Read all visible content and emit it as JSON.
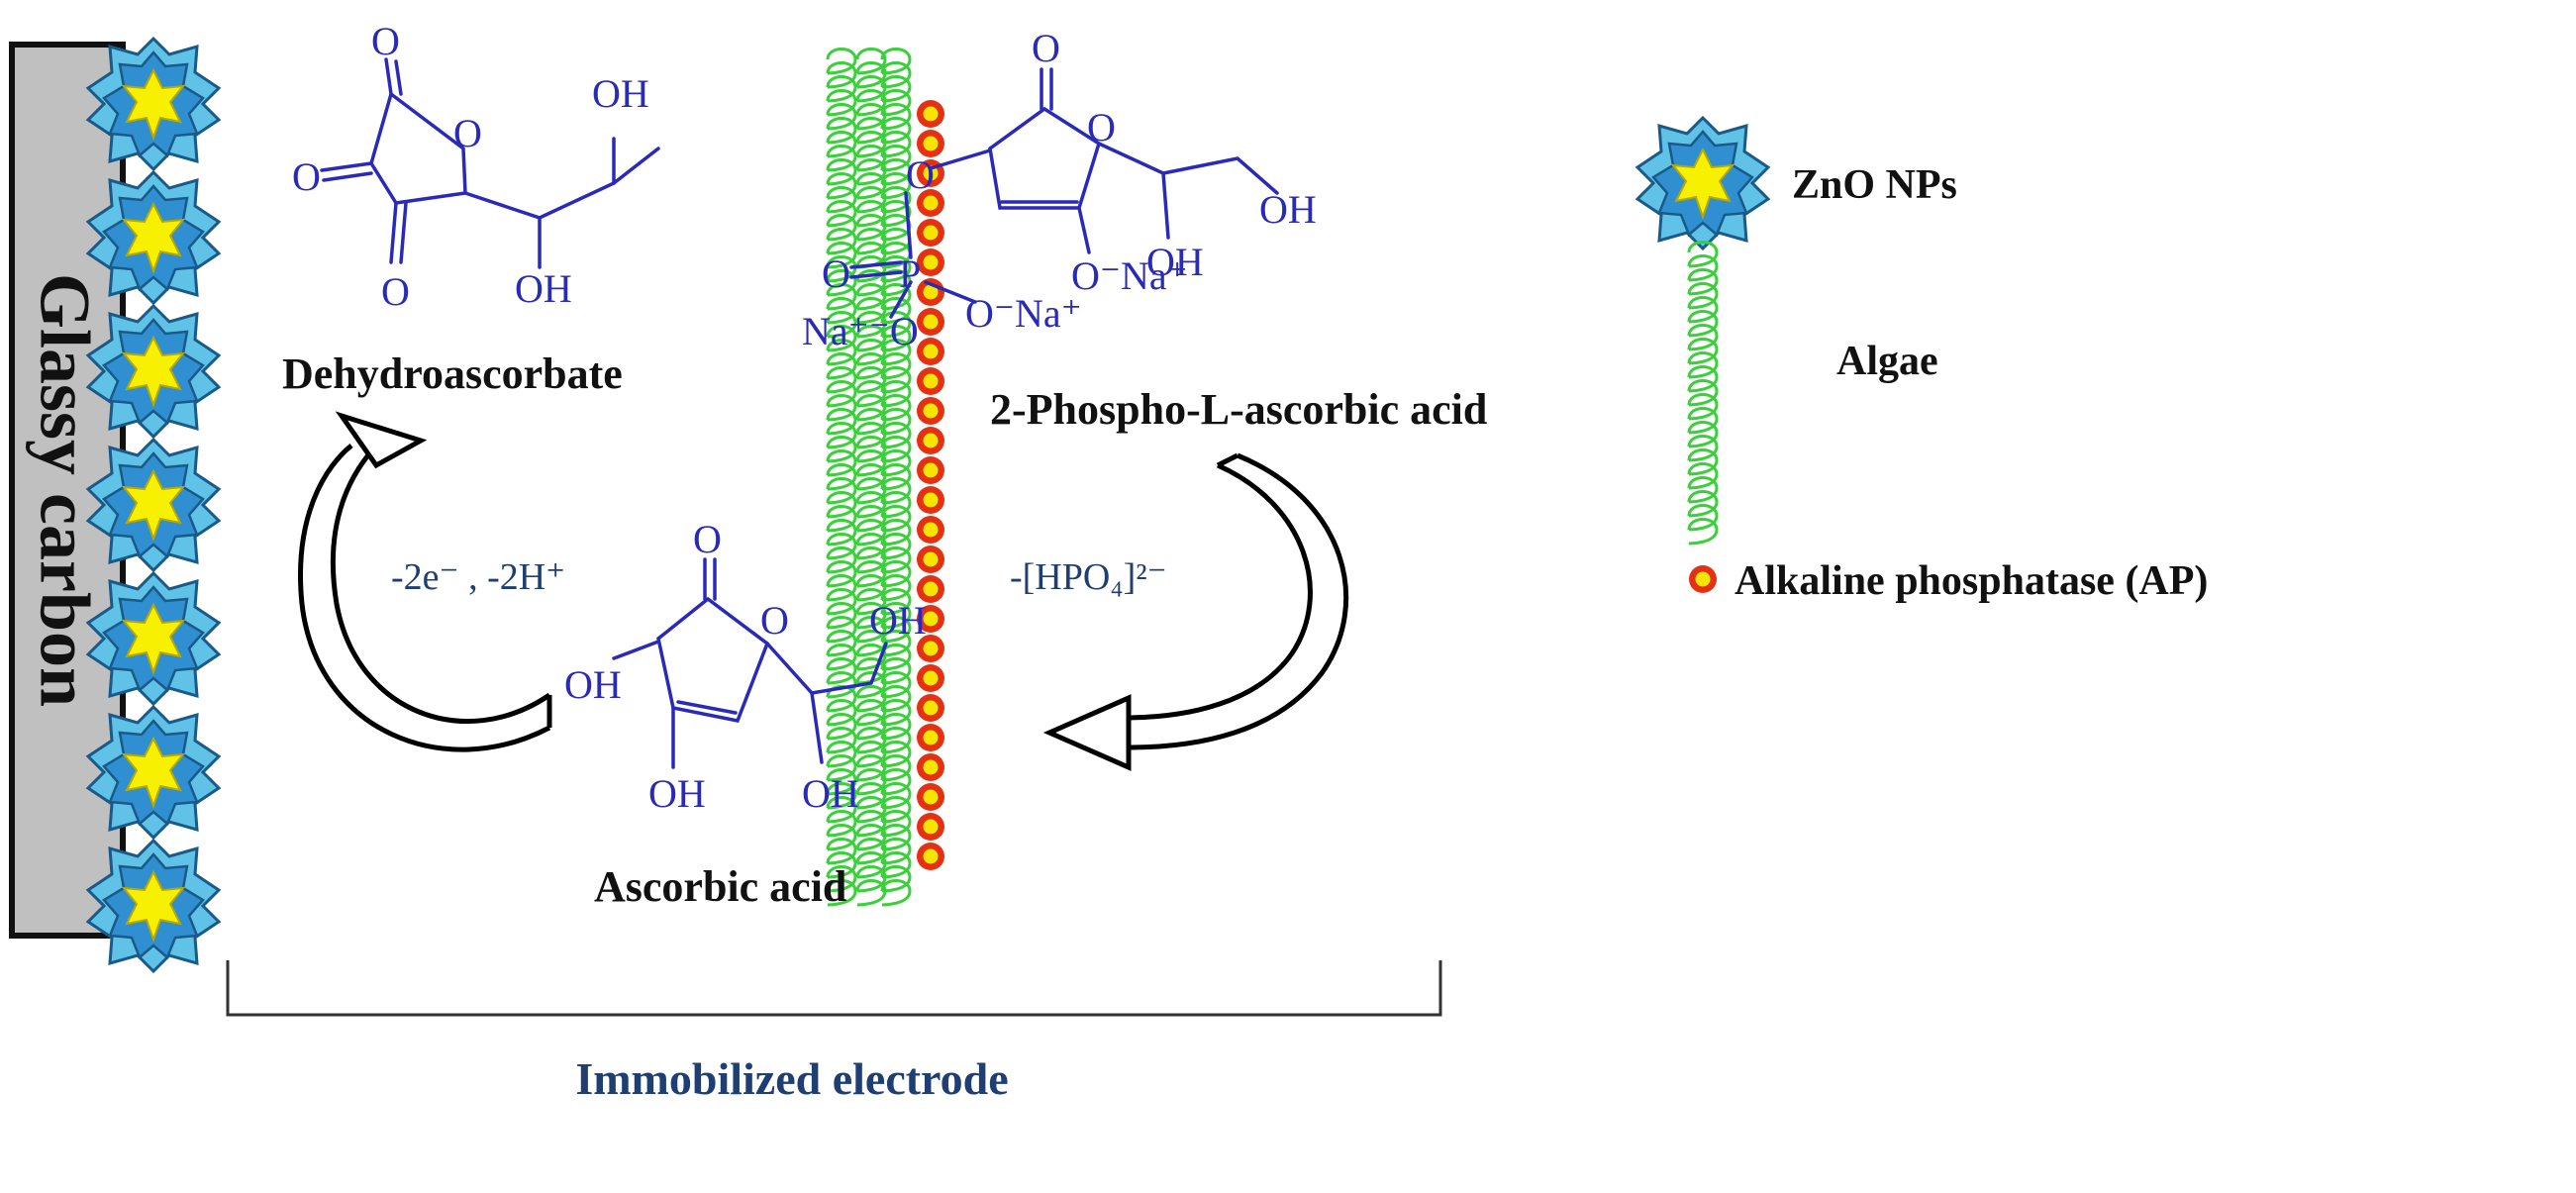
{
  "electrode": {
    "label": "Glassy carbon"
  },
  "molecules": {
    "dehydroascorbate": {
      "name": "Dehydroascorbate",
      "atoms": {
        "o_ring": "O",
        "o_carbonyl_top": "O",
        "o_carbonyl_left": "O",
        "o_carbonyl_bottom": "O",
        "oh_top": "OH",
        "oh_bottom": "OH"
      }
    },
    "phospho_ascorbic": {
      "name": "2-Phospho-L-ascorbic acid",
      "atoms": {
        "o_carbonyl": "O",
        "o_ring": "O",
        "o_ester": "O",
        "p": "P",
        "o_double": "O",
        "na_o_left": "Na⁺⁻O",
        "o_na_mid": "O⁻Na⁺",
        "o_na_right": "O⁻Na⁺",
        "oh_right": "OH",
        "oh_lower": "OH"
      }
    },
    "ascorbic_acid": {
      "name": "Ascorbic acid",
      "atoms": {
        "o_carbonyl": "O",
        "o_ring": "O",
        "oh_left": "OH",
        "oh_bottom": "OH",
        "oh_chain_top": "OH",
        "oh_chain_bottom": "OH"
      }
    }
  },
  "reactions": {
    "oxidation": "-2e⁻ , -2H⁺",
    "dephosphorylation": "-[HPO₄]²⁻"
  },
  "legend": {
    "zno": "ZnO NPs",
    "algae": "Algae",
    "ap": "Alkaline phosphatase (AP)"
  },
  "bracket_label": "Immobilized electrode",
  "colors": {
    "electrode_fill": "#c0c0c0",
    "nanoparticle_outer": "#2f8fd0",
    "nanoparticle_inner": "#f7f000",
    "algae": "#3ccf3c",
    "ap_outer": "#e53012",
    "ap_inner": "#f4e600",
    "chemistry_text": "#2a2ab8",
    "bracket_label": "#1f3f73"
  }
}
